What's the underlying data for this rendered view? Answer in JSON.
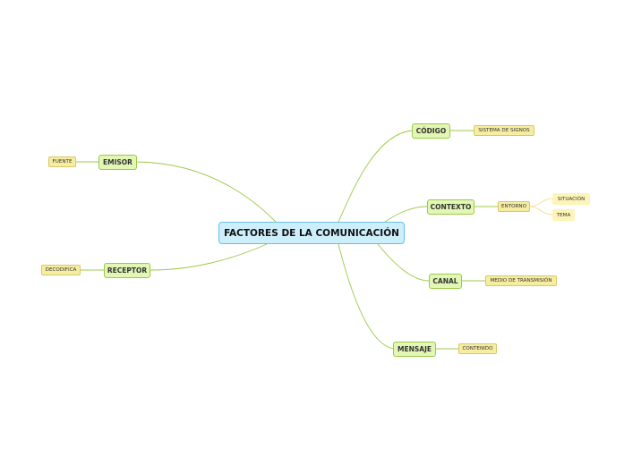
{
  "central": "FACTORES DE LA COMUNICACIÓN",
  "branches": {
    "emisor": "EMISOR",
    "receptor": "RECEPTOR",
    "codigo": "CÓDIGO",
    "contexto": "CONTEXTO",
    "canal": "CANAL",
    "mensaje": "MENSAJE"
  },
  "details": {
    "fuente": "FUENTE",
    "decodifica": "DECODIFICA",
    "sistema_signos": "SISTEMA DE SIGNOS",
    "entorno": "ENTORNO",
    "medio_transmision": "MEDIO DE TRANSMISIÓN",
    "contenido": "CONTENIDO"
  },
  "leaves": {
    "situacion": "SITUACIÓN",
    "tema": "TEMA"
  },
  "colors": {
    "central_fill": "#cdeefb",
    "central_border": "#69bfe6",
    "branch_fill": "#e2f7b4",
    "branch_border": "#9cc94a",
    "detail_fill": "#f6eda1",
    "connector": "#9cc94a"
  }
}
